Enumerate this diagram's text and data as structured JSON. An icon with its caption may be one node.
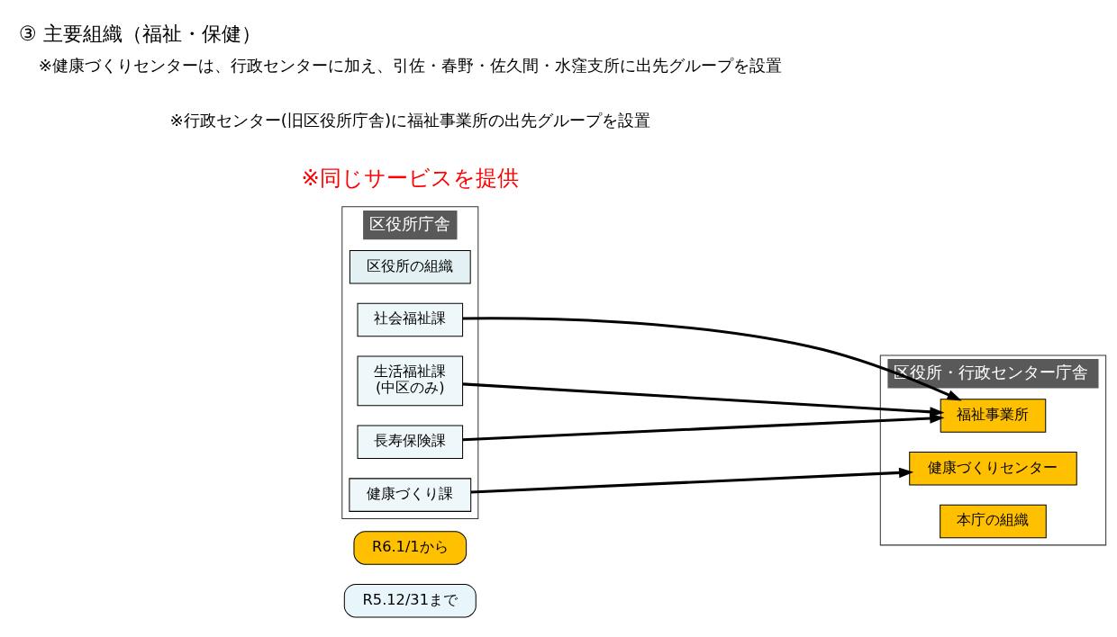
{
  "diagram": {
    "title": "③ 主要組織（福祉・保健）",
    "nodes": [
      {
        "text": [
          "R5.12/31まで"
        ]
      },
      {
        "text": [
          "R6.1/1から"
        ]
      },
      {
        "text": [
          "区役所庁舎"
        ]
      },
      {
        "text": [
          "区役所の組織"
        ],
        "in": 2
      },
      {
        "text": [
          "社会福祉課"
        ],
        "in": 2
      },
      {
        "text": [
          "生活福祉課",
          "(中区のみ)"
        ],
        "in": 2
      },
      {
        "text": [
          "長寿保険課"
        ],
        "in": 2
      },
      {
        "text": [
          "健康づくり課"
        ],
        "in": 2
      },
      {
        "text": [
          "区役所・行政センター庁舎"
        ]
      },
      {
        "text": [
          "福祉事業所"
        ],
        "in": 8
      },
      {
        "text": [
          "健康づくりセンター"
        ],
        "in": 8
      },
      {
        "text": [
          "本庁の組織"
        ],
        "in": 8
      }
    ],
    "edges": [
      {
        "from": 4,
        "to": 9,
        "arrow": "to"
      },
      {
        "from": 5,
        "to": 9,
        "arrow": "to"
      },
      {
        "from": 6,
        "to": 9,
        "arrow": "to"
      },
      {
        "from": 7,
        "to": 10,
        "arrow": "to"
      }
    ],
    "labels": [
      "※同じサービスを提供",
      "※行政センター(旧区役所庁舎)に福祉事業所の出先グループを設置",
      "※健康づくりセンターは、行政センターに加え、引佐・春野・佐久間・水窪支所に出先グループを設置"
    ]
  }
}
